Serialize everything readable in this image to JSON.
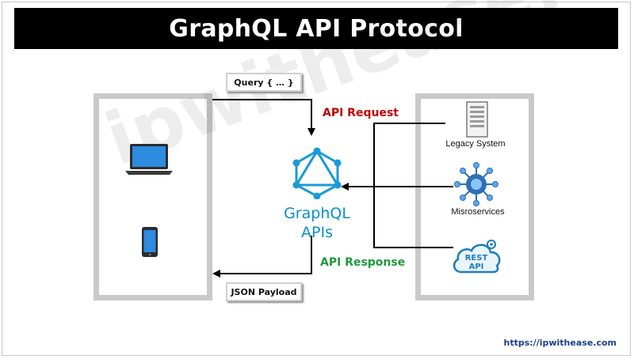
{
  "header": {
    "title": "GraphQL API Protocol"
  },
  "labels": {
    "query": "Query { … }",
    "json_payload": "JSON Payload",
    "api_request": "API Request",
    "api_response": "API Response",
    "graphql_line1": "GraphQL",
    "graphql_line2": "APIs"
  },
  "services": {
    "legacy": "Legacy System",
    "microservices": "Misroservices",
    "rest_text": "REST",
    "api_text": "API"
  },
  "footer": {
    "url": "https://ipwithease.com"
  },
  "watermark": "ipwithease.com",
  "colors": {
    "request": "#c00000",
    "response": "#1e9a3a",
    "graphql": "#0a8fc8",
    "footer": "#1b3f8f"
  }
}
